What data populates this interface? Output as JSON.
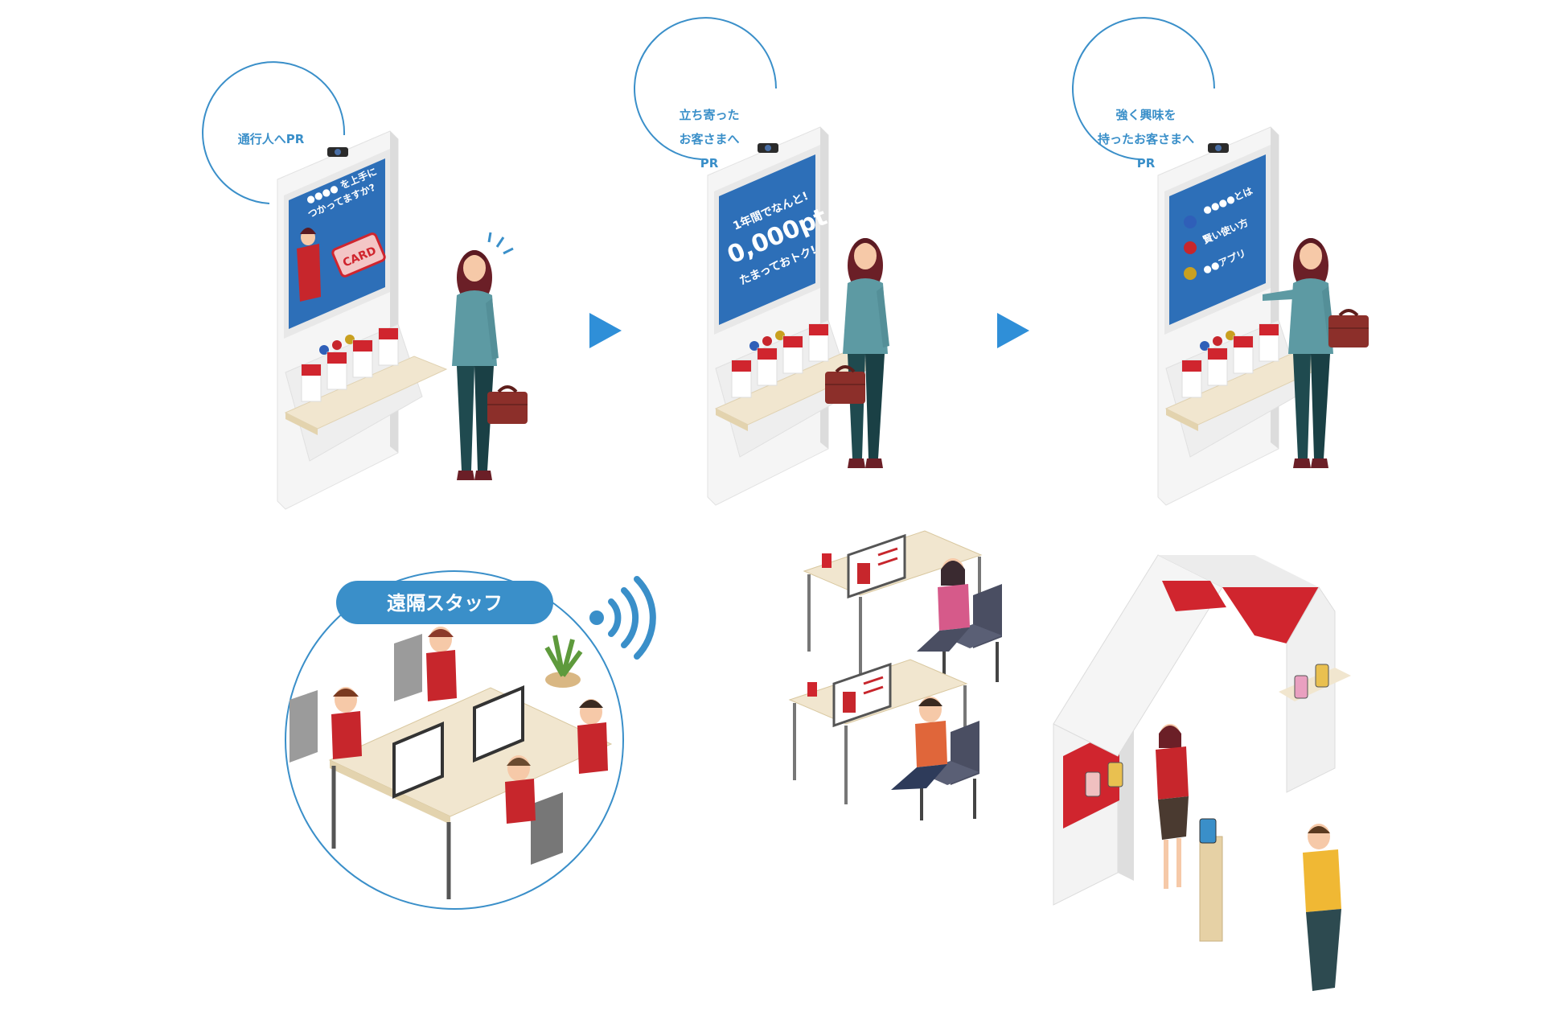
{
  "colors": {
    "accent_blue": "#3a8fc9",
    "arrow_blue": "#2f8fd8",
    "brand_red": "#d0252e",
    "screen_blue": "#2d6fb8",
    "kiosk_white": "#f4f4f4",
    "shelf_wood": "#f1e6cf",
    "teal_top": "#5d9aa3",
    "pants_dark": "#1f4a4f"
  },
  "steps": [
    {
      "bubble_lines": [
        "通行人へPR"
      ],
      "screen_lines": [
        "●●●● を上手に",
        "つかってますか?",
        "CARD"
      ],
      "icon": "kiosk-pr-icon"
    },
    {
      "bubble_lines": [
        "立ち寄った",
        "お客さまへ",
        "PR"
      ],
      "screen_lines": [
        "1年間でなんと!",
        "0,000pt",
        "たまっておトク!"
      ],
      "icon": "kiosk-visitor-icon"
    },
    {
      "bubble_lines": [
        "強く興味を",
        "持ったお客さまへ",
        "PR"
      ],
      "screen_lines": [
        "●●●●とは",
        "賢い使い方",
        "●●アプリ"
      ],
      "icon": "kiosk-interest-icon"
    }
  ],
  "remote": {
    "label": "遠隔スタッフ",
    "icon": "wifi-signal-icon"
  }
}
